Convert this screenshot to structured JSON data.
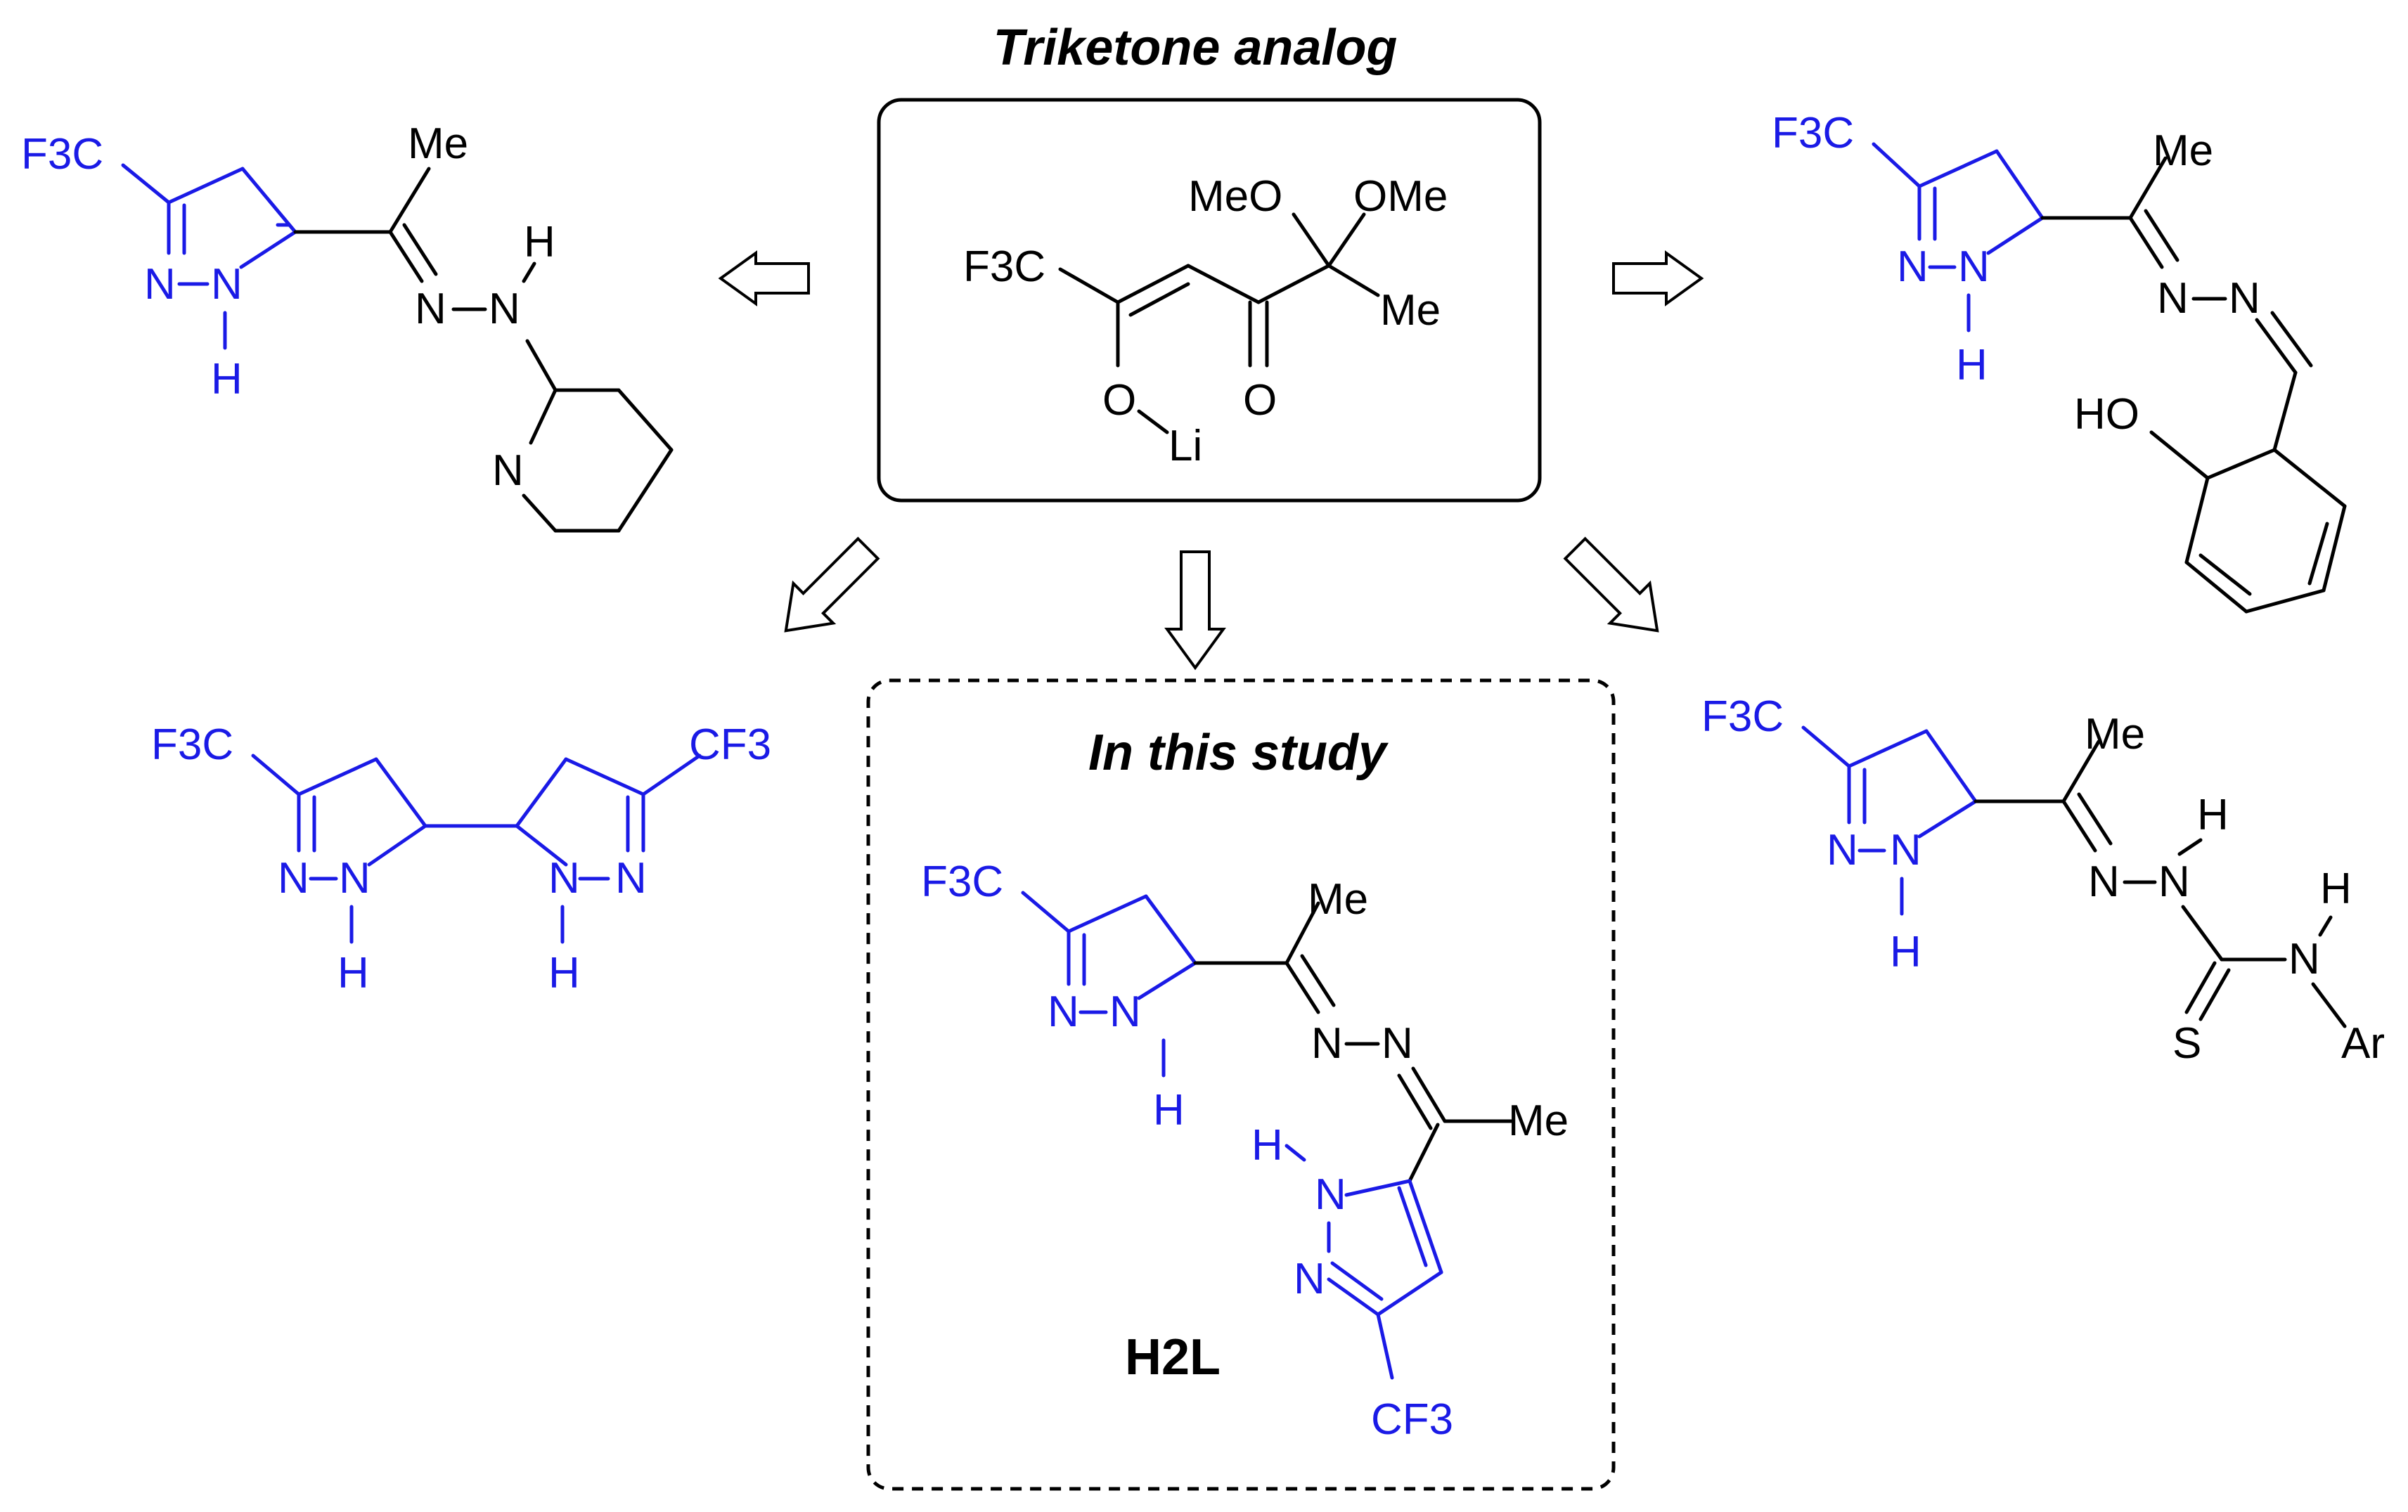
{
  "top_title": "Triketone analog",
  "study_title": "In this study",
  "study_compound_label": "H2L",
  "colors": {
    "pyrazole": "#1a1ae6",
    "other": "#000000"
  },
  "labels": {
    "cf3_left": "F3C",
    "cf3_right": "CF3",
    "me": "Me",
    "meo": "MeO",
    "ome": "OMe",
    "h": "H",
    "n": "N",
    "o": "O",
    "li": "Li",
    "s": "S",
    "ar": "Ar",
    "ho": "HO"
  }
}
